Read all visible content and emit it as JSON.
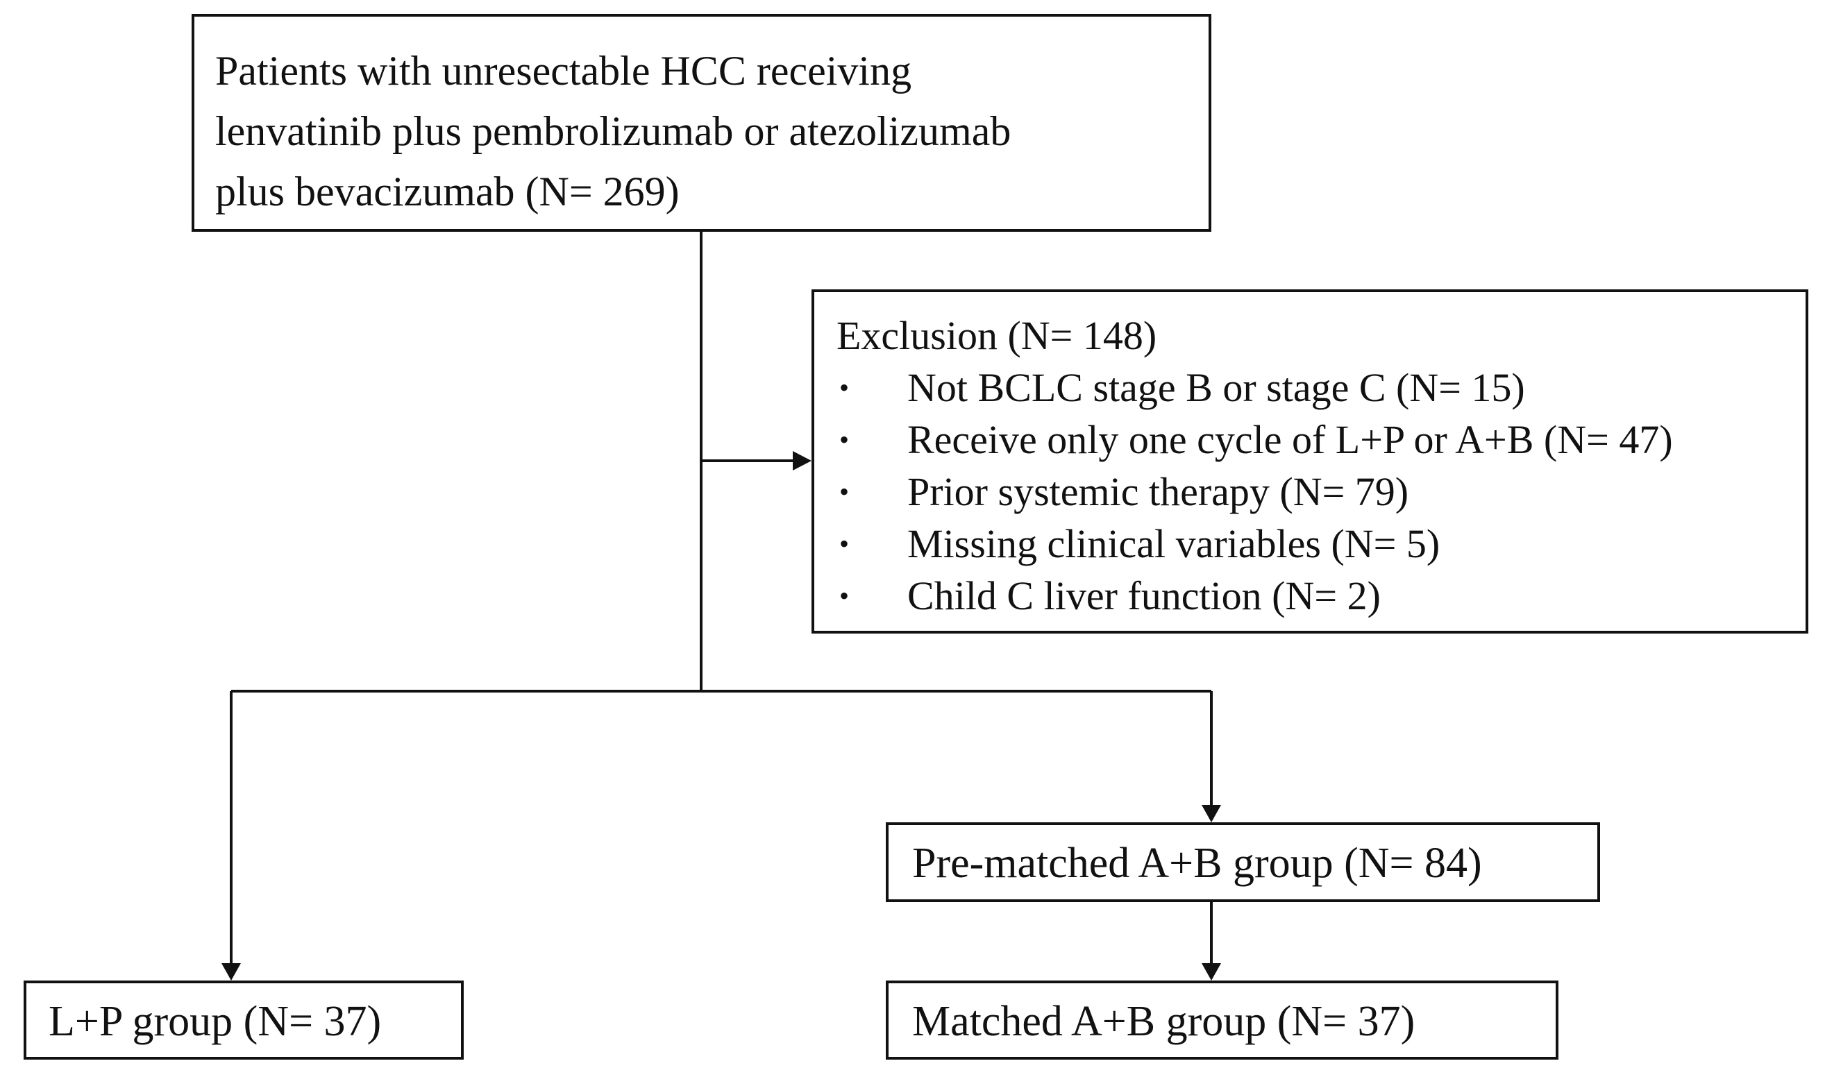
{
  "flowchart": {
    "start": {
      "lines": [
        "Patients with unresectable HCC receiving",
        "lenvatinib plus pembrolizumab or atezolizumab",
        "plus bevacizumab (N= 269)"
      ]
    },
    "exclusion": {
      "title": "Exclusion (N= 148)",
      "bullet": "•",
      "items": [
        "Not BCLC stage B or stage C (N= 15)",
        "Receive only one cycle of L+P or A+B (N= 47)",
        "Prior systemic therapy (N= 79)",
        "Missing clinical variables (N= 5)",
        "Child C liver function (N= 2)"
      ]
    },
    "prematched_ab": "Pre-matched A+B group (N= 84)",
    "lp_group": "L+P group (N= 37)",
    "matched_ab": "Matched A+B group (N= 37)"
  },
  "colors": {
    "line": "#111111",
    "background": "#ffffff"
  }
}
